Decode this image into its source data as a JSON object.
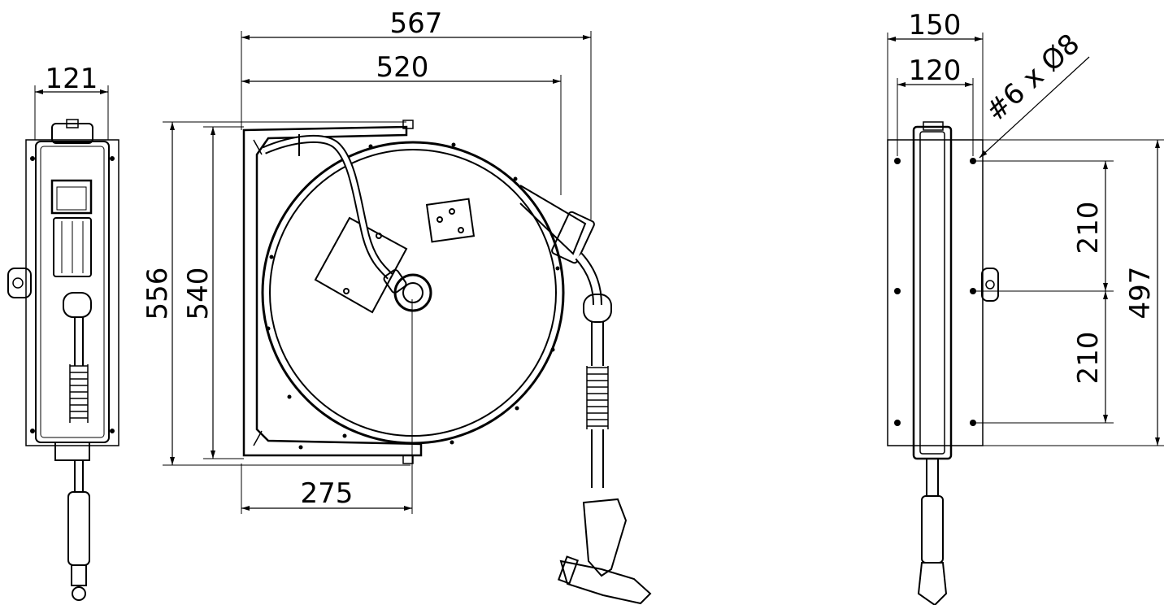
{
  "drawing": {
    "stroke_color": "#000000",
    "background": "#ffffff",
    "side_view": {
      "dim_width": "121"
    },
    "front_view": {
      "dim_overall_width": "567",
      "dim_frame_width": "520",
      "dim_overall_height": "556",
      "dim_frame_height": "540",
      "dim_axis_offset": "275"
    },
    "rear_view": {
      "dim_plate_width": "150",
      "dim_hole_spacing_horizontal": "120",
      "hole_callout": "#6 x Ø8",
      "dim_hole_spacing_upper": "210",
      "dim_hole_spacing_lower": "210",
      "dim_plate_height": "497"
    }
  }
}
